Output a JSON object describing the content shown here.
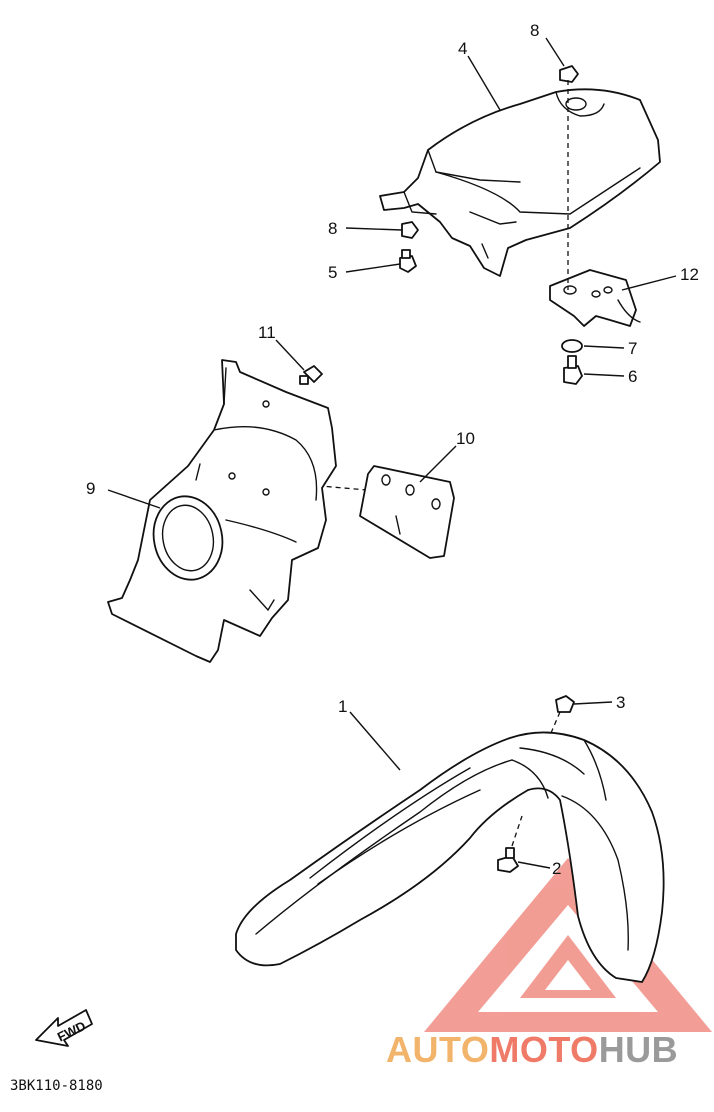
{
  "diagram": {
    "callouts": [
      "8",
      "4",
      "8",
      "5",
      "12",
      "7",
      "6",
      "11",
      "10",
      "9",
      "1",
      "3",
      "2"
    ],
    "fwd_label": "FWD",
    "part_code": "3BK110-8180"
  },
  "watermark": {
    "word_a": "AUTO",
    "word_b": "MOTO",
    "word_c": "HUB",
    "colors": {
      "auto": "#f2b36b",
      "moto": "#f07a68",
      "hub": "#9a9a9a",
      "logo": "#f08c82"
    }
  }
}
